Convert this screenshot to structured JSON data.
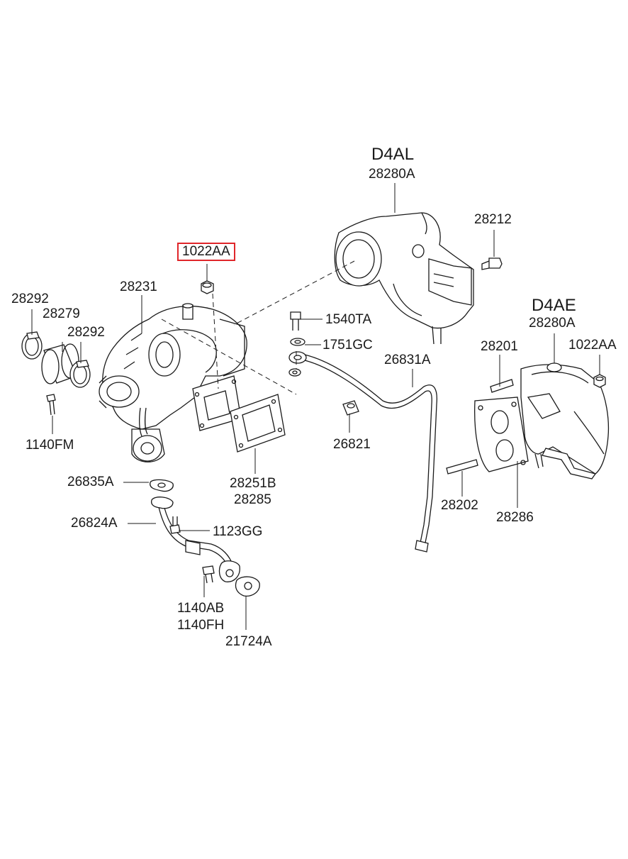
{
  "variants": {
    "d4al": "D4AL",
    "d4ae": "D4AE"
  },
  "labels": {
    "p28280A_top": "28280A",
    "p28212": "28212",
    "p1022AA_hl": "1022AA",
    "p28231": "28231",
    "p28292_a": "28292",
    "p28279": "28279",
    "p28292_b": "28292",
    "p1140FM": "1140FM",
    "p1540TA": "1540TA",
    "p1751GC": "1751GC",
    "p26831A": "26831A",
    "p26821": "26821",
    "p28251B": "28251B",
    "p28285": "28285",
    "p26835A": "26835A",
    "p26824A": "26824A",
    "p1123GG": "1123GG",
    "p1140AB": "1140AB",
    "p1140FH": "1140FH",
    "p21724A": "21724A",
    "p28280A_right": "28280A",
    "p28201": "28201",
    "p1022AA_right": "1022AA",
    "p28202": "28202",
    "p28286": "28286"
  },
  "highlight": {
    "part": "1022AA",
    "color": "#e0262a"
  }
}
